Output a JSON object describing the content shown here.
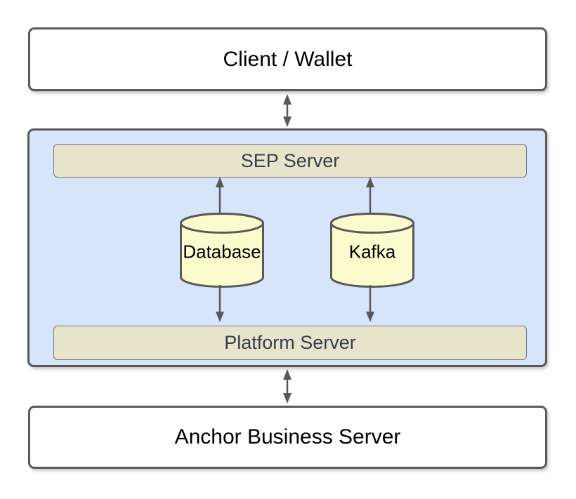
{
  "diagram": {
    "title": "Anchor platform architecture diagram",
    "nodes": {
      "client_wallet": {
        "label": "Client / Wallet",
        "shape": "rectangle"
      },
      "sep_platform_container": {
        "label": "",
        "shape": "container"
      },
      "sep_server": {
        "label": "SEP Server",
        "shape": "bar"
      },
      "database": {
        "label": "Database",
        "shape": "cylinder"
      },
      "kafka": {
        "label": "Kafka",
        "shape": "cylinder"
      },
      "platform_server": {
        "label": "Platform Server",
        "shape": "bar"
      },
      "anchor_business_server": {
        "label": "Anchor Business Server",
        "shape": "rectangle"
      }
    },
    "edges": [
      {
        "from": "client_wallet",
        "to": "sep_platform_container",
        "style": "bidirectional"
      },
      {
        "from": "database",
        "to": "sep_server",
        "style": "arrow"
      },
      {
        "from": "database",
        "to": "platform_server",
        "style": "arrow"
      },
      {
        "from": "kafka",
        "to": "sep_server",
        "style": "arrow"
      },
      {
        "from": "kafka",
        "to": "platform_server",
        "style": "arrow"
      },
      {
        "from": "sep_platform_container",
        "to": "anchor_business_server",
        "style": "bidirectional"
      }
    ],
    "colors": {
      "box_fill": "#FFFFFF",
      "container_fill": "#D6E5FA",
      "bar_fill": "#E8E4CC",
      "bar_text": "#343E4E",
      "cylinder_fill": "#FBFBCE",
      "stroke": "#595959",
      "arrow": "#595959"
    }
  }
}
